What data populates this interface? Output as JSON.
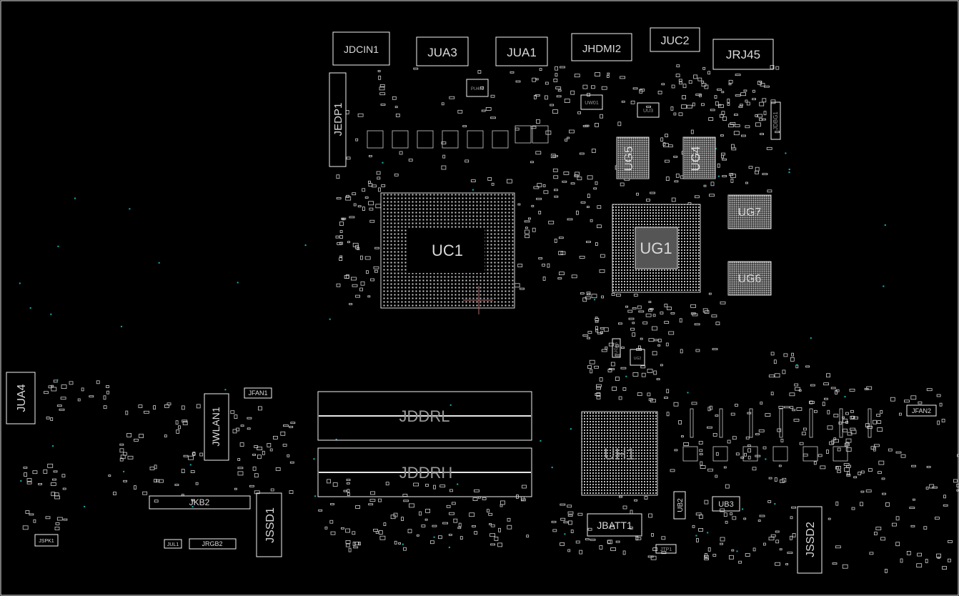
{
  "board": {
    "background": "#000000",
    "outline_color": "#f2f2f2",
    "via_color": "#19a3a3"
  },
  "connectors": {
    "jdcin1": "JDCIN1",
    "jua3": "JUA3",
    "jua1": "JUA1",
    "jhdmi2": "JHDMI2",
    "juc2": "JUC2",
    "jrj45": "JRJ45",
    "jedp1": "JEDP1",
    "jua4": "JUA4",
    "jwlan1": "JWLAN1",
    "jfan1": "JFAN1",
    "jfan2": "JFAN2",
    "jkb2": "JKB2",
    "jssd1": "JSSD1",
    "jssd2": "JSSD2",
    "jddrl": "JDDRL",
    "jddrh": "JDDRH",
    "jbatt1": "JBATT1",
    "jrgb2": "JRGB2",
    "jul1": "JUL1",
    "jspk1": "JSPK1",
    "jdbg1": "JDBG1",
    "jtp1": "JTP1"
  },
  "chips": {
    "uc1": "UC1",
    "ug1": "UG1",
    "ug4": "UG4",
    "ug5": "UG5",
    "ug6": "UG6",
    "ug7": "UG7",
    "uh1": "UH1",
    "ub2": "UB2",
    "ub3": "UB3",
    "uu3": "UU3",
    "uw01": "UW01",
    "pu401": "PU401",
    "ug15": "UG15",
    "ug2": "UG2"
  }
}
